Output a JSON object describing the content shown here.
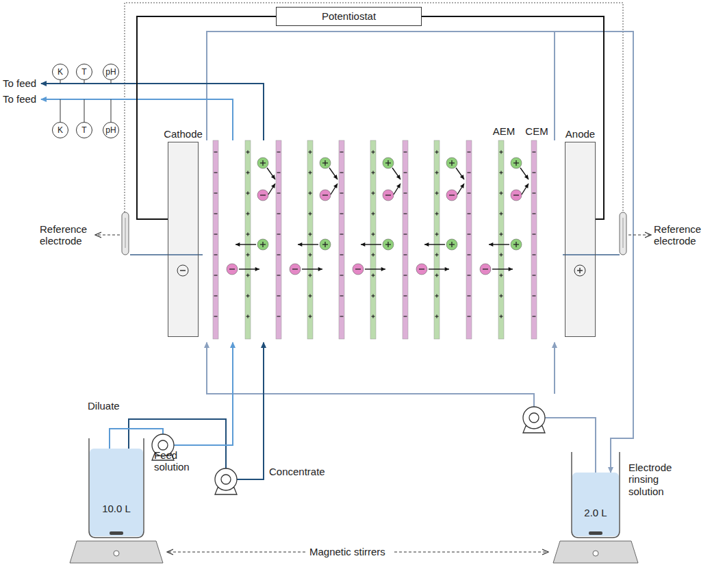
{
  "diagram": {
    "nodes": [
      {
        "text": [
          "Potentiostat"
        ]
      },
      {
        "text": [
          "K"
        ]
      },
      {
        "text": [
          "T"
        ]
      },
      {
        "text": [
          "pH"
        ]
      },
      {
        "text": [
          "K"
        ]
      },
      {
        "text": [
          "T"
        ]
      },
      {
        "text": [
          "pH"
        ]
      },
      {
        "text": [
          "Cathode"
        ]
      },
      {
        "text": [
          "Anode"
        ]
      },
      {
        "text": [
          "Feed solution",
          "10.0 L"
        ]
      },
      {
        "text": [
          "Electrode rinsing solution",
          "2.0 L"
        ]
      }
    ],
    "edges": [
      {
        "from": 0,
        "to": 7,
        "arrow": "none"
      },
      {
        "from": 0,
        "to": 8,
        "arrow": "none"
      }
    ],
    "labels": [
      "To feed",
      "To feed",
      "Reference electrode",
      "Reference electrode",
      "AEM",
      "CEM",
      "Diluate",
      "Concentrate",
      "Magnetic stirrers"
    ]
  }
}
